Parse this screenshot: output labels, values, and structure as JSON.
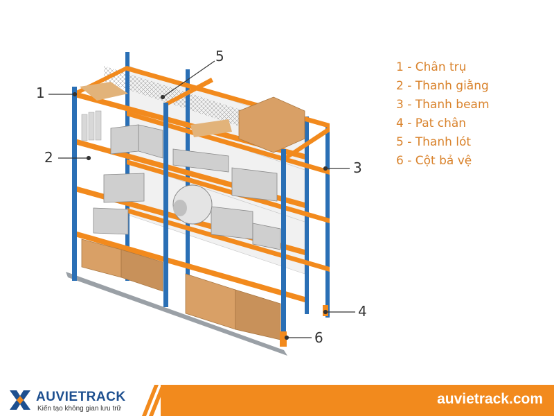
{
  "callouts": [
    "1",
    "2",
    "3",
    "4",
    "5",
    "6"
  ],
  "legend": [
    "1 - Chân trụ",
    "2 - Thanh giằng",
    "3 - Thanh beam",
    "4 - Pat chân",
    "5 - Thanh lót",
    "6 - Cột bả vệ"
  ],
  "footer": {
    "brand": "AUVIETRACK",
    "tagline": "Kiến tạo không gian lưu trữ",
    "url": "auvietrack.com"
  },
  "colors": {
    "upright": "#2a6fb5",
    "beam": "#f28a1d",
    "box": "#d9a066",
    "bin": "#c9c9c9",
    "footer": "#f28a1d",
    "brand": "#1d4f8f"
  },
  "icons": [
    "auvietrack-logo-icon"
  ]
}
